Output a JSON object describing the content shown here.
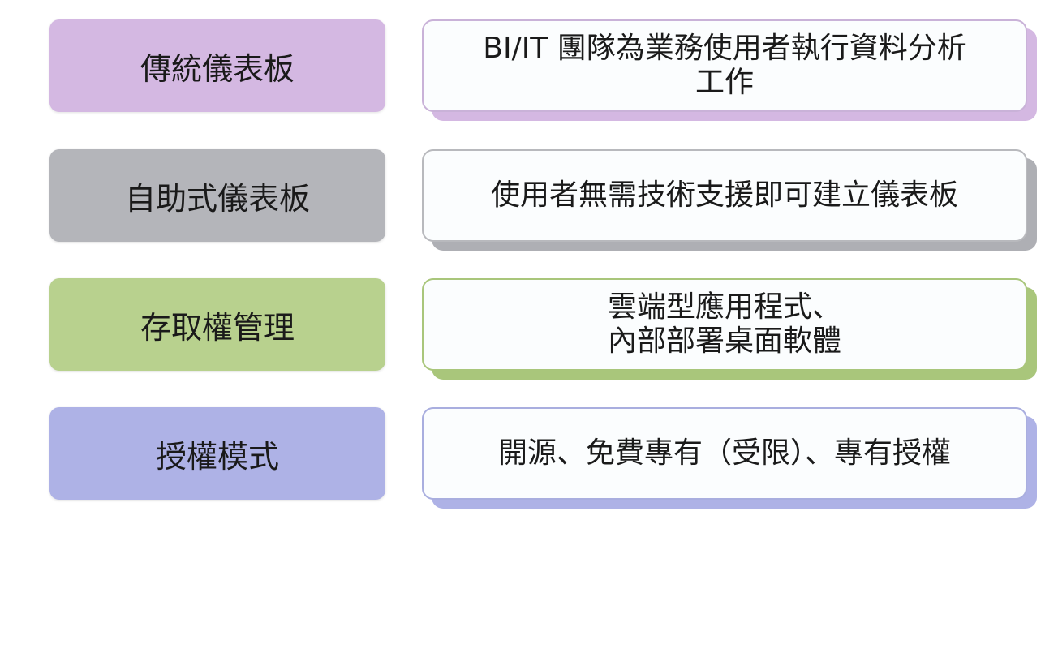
{
  "rows": [
    {
      "label": "傳統儀表板",
      "description": "BI/IT 團隊為業務使用者執行資料分析\n工作",
      "label_color": "#d4b8e2",
      "shadow_color": "#d4b8e2",
      "border_color": "#c9b2d8"
    },
    {
      "label": "自助式儀表板",
      "description": "使用者無需技術支援即可建立儀表板",
      "label_color": "#b4b5ba",
      "shadow_color": "#aeafb4",
      "border_color": "#b8b9bd"
    },
    {
      "label": "存取權管理",
      "description": "雲端型應用程式、\n內部部署桌面軟體",
      "label_color": "#b8d18e",
      "shadow_color": "#a9c67b",
      "border_color": "#a9c67b"
    },
    {
      "label": "授權模式",
      "description": "開源、免費專有（受限）、專有授權",
      "label_color": "#aeb2e6",
      "shadow_color": "#aeb2e6",
      "border_color": "#a9aedf"
    }
  ]
}
